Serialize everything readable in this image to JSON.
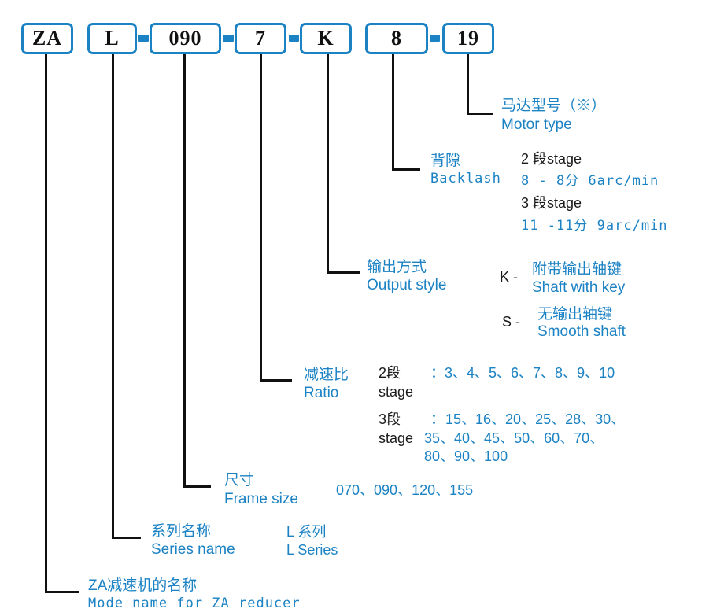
{
  "code_boxes": [
    "ZA",
    "L",
    "090",
    "7",
    "K",
    "8",
    "19"
  ],
  "motor": {
    "cn": "马达型号（※）",
    "en": "Motor type"
  },
  "backlash": {
    "cn": "背隙",
    "en": "Backlash",
    "stage2_label": "2 段stage",
    "stage2_value": "8 - 8分 6arc/min",
    "stage3_label": "3 段stage",
    "stage3_value": "11 -11分 9arc/min"
  },
  "output": {
    "cn": "输出方式",
    "en": "Output style",
    "k_code": "K -",
    "k_cn": "附带输出轴键",
    "k_en": "Shaft with key",
    "s_code": "S -",
    "s_cn": "无输出轴键",
    "s_en": "Smooth shaft"
  },
  "ratio": {
    "cn": "减速比",
    "en": "Ratio",
    "stage2_cn": "2段",
    "stage2_en": "stage",
    "stage2_values": "：3、4、5、6、7、8、9、10",
    "stage3_cn": "3段",
    "stage3_en": "stage",
    "stage3_colon": "：",
    "stage3_line1": "15、16、20、25、28、30、",
    "stage3_line2": "35、40、45、50、60、70、",
    "stage3_line3": "80、90、100"
  },
  "frame": {
    "cn": "尺寸",
    "en": "Frame size",
    "values": "070、090、120、155"
  },
  "series": {
    "cn": "系列名称",
    "en": "Series name",
    "value_cn": "L 系列",
    "value_en": "L Series"
  },
  "model": {
    "cn": "ZA减速机的名称",
    "en": "Mode name for ZA reducer"
  },
  "colors": {
    "accent": "#1b82c4",
    "text": "#1a1a1a",
    "line": "#111111"
  }
}
